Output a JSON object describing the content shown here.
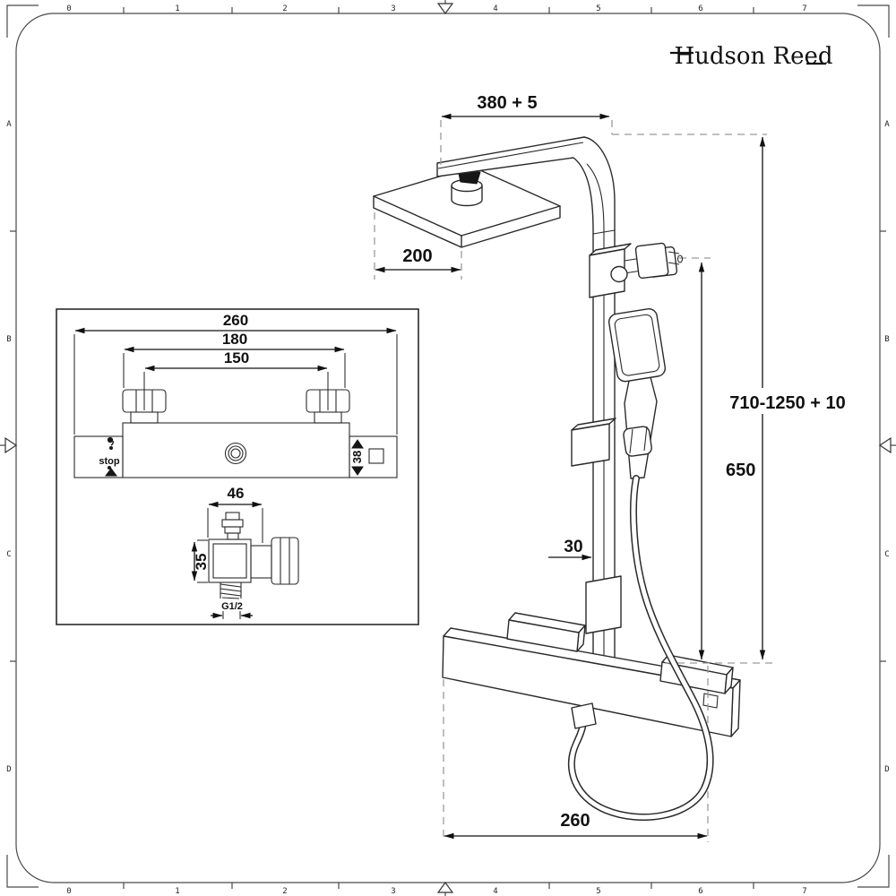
{
  "brand": {
    "name": "Hudson Reed"
  },
  "ruler": {
    "cols": [
      "0",
      "1",
      "2",
      "3",
      "4",
      "5",
      "6",
      "7"
    ],
    "rows": [
      "A",
      "B",
      "C",
      "D"
    ]
  },
  "dimensions": {
    "head_arm_reach": "380 + 5",
    "head_width": "200",
    "overall_height": "710-1250 + 10",
    "rail_length": "650",
    "rail_width": "30",
    "hose_span": "260"
  },
  "inset": {
    "valve_width": "260",
    "outer_centers": "180",
    "inlet_centers": "150",
    "stop_label": "stop",
    "valve_height": "38",
    "diverter_width": "46",
    "diverter_height": "35",
    "thread_label": "G1/2"
  },
  "colors": {
    "line": "#2a2a2a",
    "dashed": "#9a9a9a",
    "paper": "#ffffff"
  }
}
